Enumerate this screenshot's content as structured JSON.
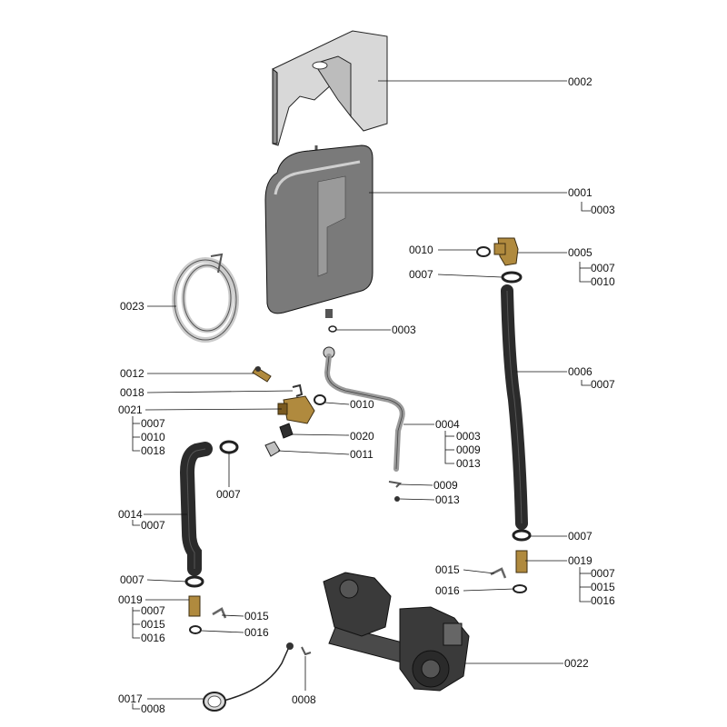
{
  "labels": {
    "l0002": "0002",
    "l0001": "0001",
    "l0001_sub": "0003",
    "l0005_in": "0010",
    "l0005": "0005",
    "l0005_s1": "0007",
    "l0005_s2": "0010",
    "l0007_a": "0007",
    "l0023": "0023",
    "l0003": "0003",
    "l0006": "0006",
    "l0006_sub": "0007",
    "l0012": "0012",
    "l0018": "0018",
    "l0010": "0010",
    "l0021": "0021",
    "l0021_s1": "0007",
    "l0021_s2": "0010",
    "l0021_s3": "0018",
    "l0004": "0004",
    "l0004_s1": "0003",
    "l0004_s2": "0009",
    "l0004_s3": "0013",
    "l0020": "0020",
    "l0011": "0011",
    "l0007_b": "0007",
    "l0009": "0009",
    "l0013": "0013",
    "l0014": "0014",
    "l0014_sub": "0007",
    "l0007_c": "0007",
    "l0015_r": "0015",
    "l0019_r": "0019",
    "l0019_r_s1": "0007",
    "l0019_r_s2": "0015",
    "l0019_r_s3": "0016",
    "l0007_d": "0007",
    "l0016_r": "0016",
    "l0019_l": "0019",
    "l0019_l_s1": "0007",
    "l0019_l_s2": "0015",
    "l0019_l_s3": "0016",
    "l0015_l": "0015",
    "l0016_l": "0016",
    "l0022": "0022",
    "l0017": "0017",
    "l0017_sub": "0008",
    "l0008": "0008"
  },
  "colors": {
    "ink": "#111111",
    "hose": "#2b2b2b",
    "brass": "#b08a3e",
    "vessel": "#7a7a7a",
    "cover": "#d8d8d8"
  }
}
